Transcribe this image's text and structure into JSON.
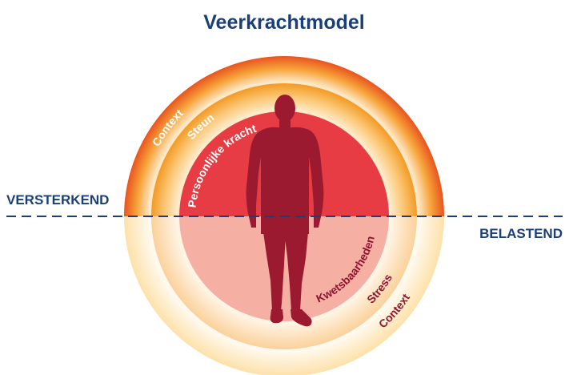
{
  "title": "Veerkrachtmodel",
  "left_label": "VERSTERKEND",
  "right_label": "BELASTEND",
  "top_rings": {
    "outer": "Context",
    "middle": "Steun",
    "inner": "Persoonlijke kracht"
  },
  "bottom_rings": {
    "inner": "Kwetsbaarheden",
    "middle": "Stress",
    "outer": "Context"
  },
  "colors": {
    "title": "#1b3f77",
    "divider": "#1b3f77",
    "outer_top": "#e8541f",
    "middle_top": "#f39a24",
    "inner_top": "#e83c45",
    "outer_bottom": "#fde6b7",
    "middle_bottom": "#fbd7a6",
    "inner_bottom": "#f6b0a3",
    "figure": "#9b1a2f",
    "bottom_text": "#8f1630"
  }
}
